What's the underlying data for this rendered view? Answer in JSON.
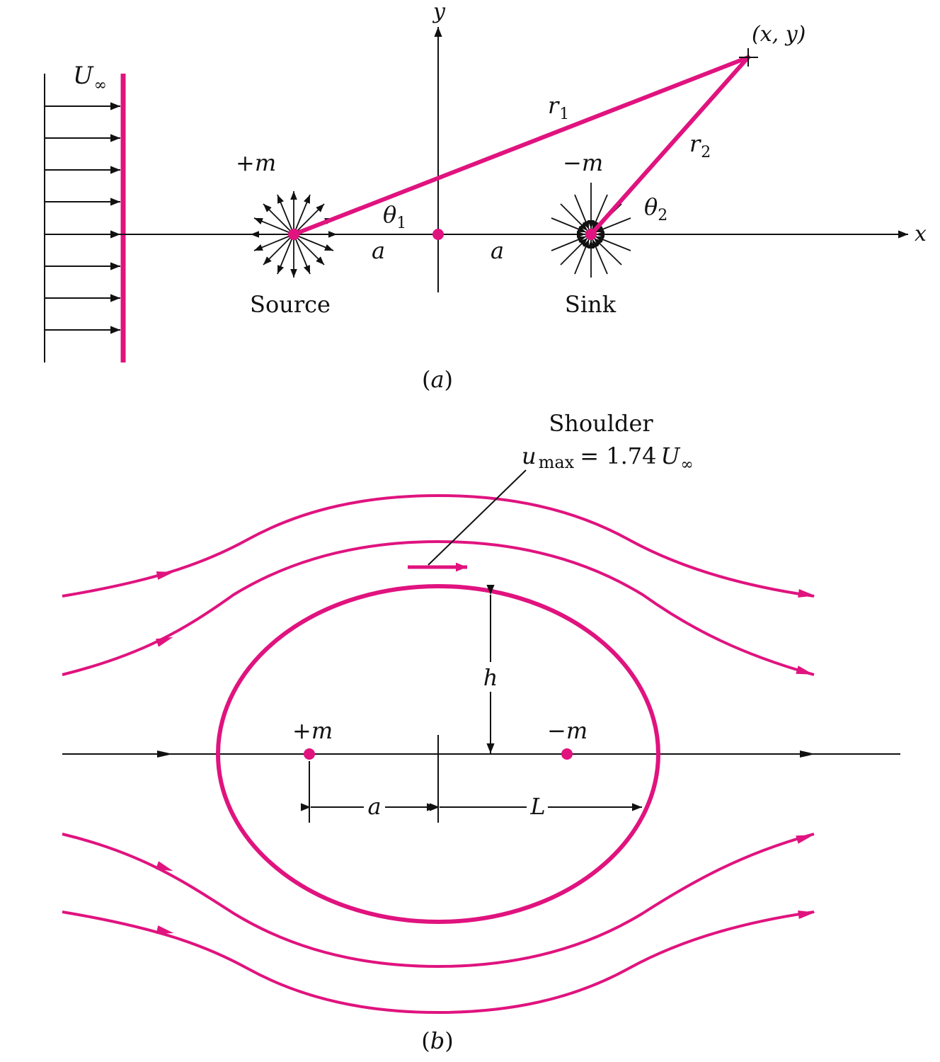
{
  "colors": {
    "magenta": "#e0137f",
    "ink": "#111111"
  },
  "part_a": {
    "caption_open": "(",
    "caption_letter": "a",
    "caption_close": ")",
    "u_inf": {
      "main": "U",
      "sub": "∞"
    },
    "y_axis": "y",
    "x_axis": "x",
    "point": "(x, y)",
    "r1": {
      "main": "r",
      "sub": "1"
    },
    "r2": {
      "main": "r",
      "sub": "2"
    },
    "theta1": {
      "main": "θ",
      "sub": "1"
    },
    "theta2": {
      "main": "θ",
      "sub": "2"
    },
    "source_strength": "+m",
    "sink_strength": "−m",
    "a_left": "a",
    "a_right": "a",
    "source_label": "Source",
    "sink_label": "Sink"
  },
  "part_b": {
    "caption_open": "(",
    "caption_letter": "b",
    "caption_close": ")",
    "shoulder": "Shoulder",
    "umax": {
      "u": "u",
      "sub": "max",
      "eq": "= 1.74",
      "U": "U",
      "inf": "∞"
    },
    "h": "h",
    "plus_m": "+m",
    "minus_m": "−m",
    "a": "a",
    "L": "L"
  }
}
